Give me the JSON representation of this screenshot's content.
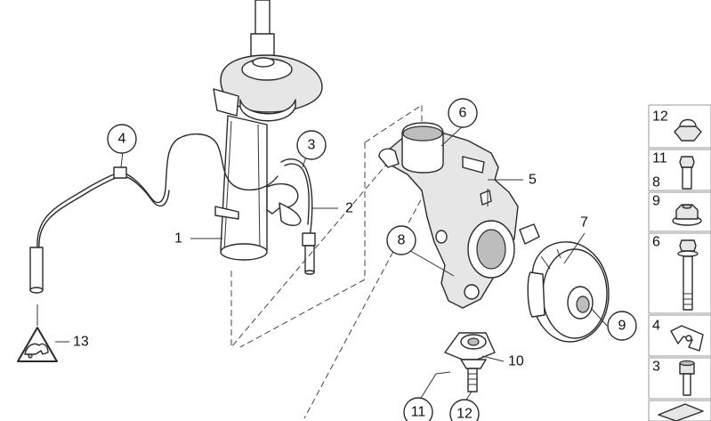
{
  "callouts": {
    "c1": "1",
    "c2": "2",
    "c3": "3",
    "c4": "4",
    "c5": "5",
    "c6": "6",
    "c7": "7",
    "c8": "8",
    "c9": "9",
    "c10": "10",
    "c11": "11",
    "c12": "12",
    "c13": "13"
  },
  "side_panel": {
    "items": [
      {
        "label": "12",
        "icon": "hex-cap-nut"
      },
      {
        "label": "11",
        "icon": "hex-bolt-short"
      },
      {
        "label": "8",
        "icon": "hex-bolt-short"
      },
      {
        "label": "9",
        "icon": "flange-nut"
      },
      {
        "label": "6",
        "icon": "long-hex-bolt"
      },
      {
        "label": "4",
        "icon": "clip"
      },
      {
        "label": "3",
        "icon": "socket-head-screw"
      },
      {
        "label": "",
        "icon": "label-tag"
      }
    ]
  }
}
